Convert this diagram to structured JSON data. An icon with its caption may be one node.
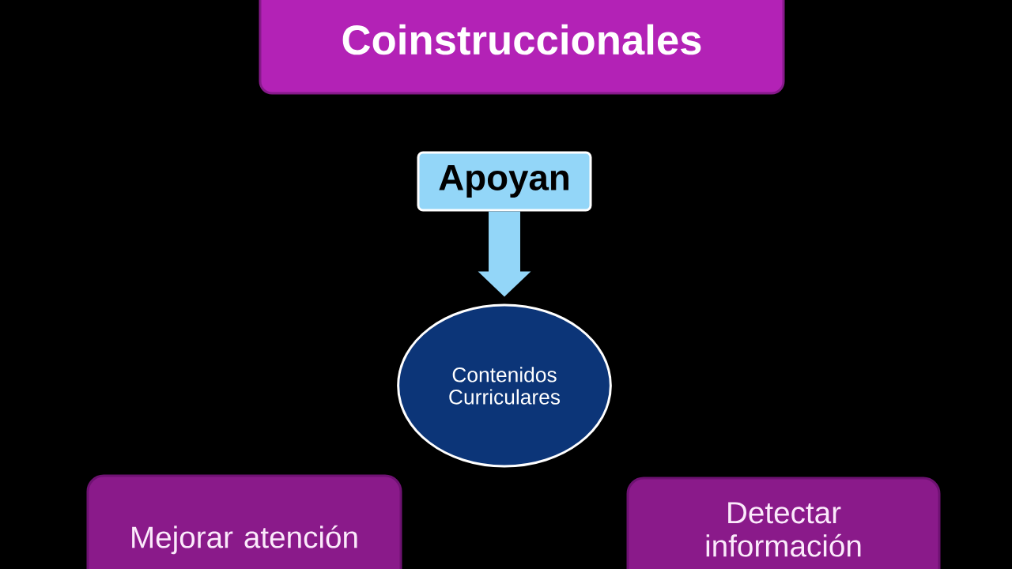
{
  "diagram": {
    "nodes": [
      {
        "text": [
          "Coinstruccionales"
        ]
      },
      {
        "text": [
          "Apoyan"
        ]
      },
      {
        "text": [
          "Contenidos Curriculares"
        ]
      },
      {
        "text": [
          "Mejorar atención"
        ]
      },
      {
        "text": [
          "Detectar información"
        ]
      }
    ],
    "edges": [
      {
        "from": 1,
        "to": 2,
        "arrow": "to"
      }
    ]
  }
}
